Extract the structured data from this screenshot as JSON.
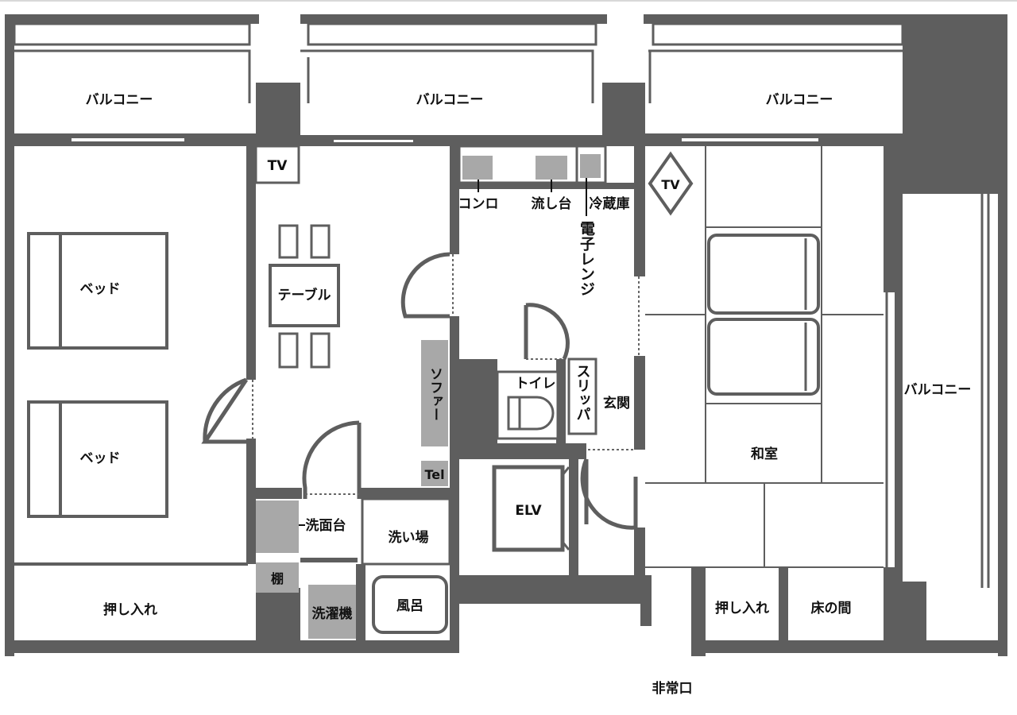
{
  "labels": {
    "balcony_1": "バルコニー",
    "balcony_2": "バルコニー",
    "balcony_3": "バルコニー",
    "balcony_4": "バルコニー",
    "tv_living": "TV",
    "tv_japanese": "TV",
    "bed_1": "ベッド",
    "bed_2": "ベッド",
    "table": "テーブル",
    "sofa": "ソファー",
    "tel": "Tel",
    "stove": "コンロ",
    "sink": "流し台",
    "fridge": "冷蔵庫",
    "microwave": "電子レンジ",
    "toilet": "トイレ",
    "slippers": "スリッパ",
    "entrance": "玄関",
    "washstand": "洗面台",
    "shelf": "棚",
    "washing_machine": "洗濯機",
    "washing_area": "洗い場",
    "bath": "風呂",
    "elevator": "ELV",
    "japanese_room": "和室",
    "closet_left": "押し入れ",
    "closet_right": "押し入れ",
    "tokonoma": "床の間",
    "emergency_exit": "非常口"
  },
  "colors": {
    "wall": "#5e5e5e",
    "furniture_gray": "#a8a8a8",
    "line": "#555555",
    "background": "#ffffff"
  }
}
